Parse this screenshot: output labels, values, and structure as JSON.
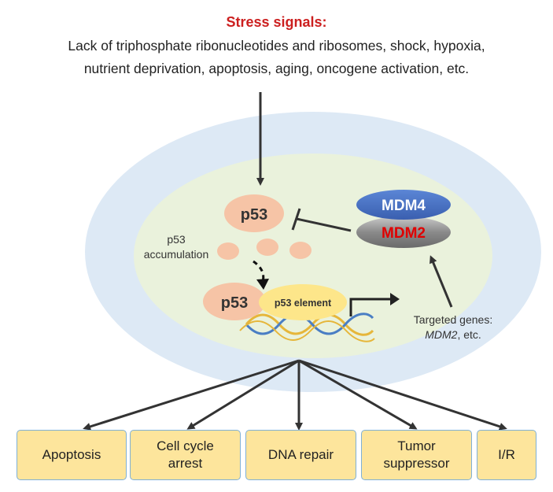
{
  "header": {
    "title": "Stress signals:",
    "line1": "Lack of triphosphate ribonucleotides and ribosomes, shock, hypoxia,",
    "line2": "nutrient deprivation, apoptosis, aging, oncogene activation, etc."
  },
  "cell": {
    "p53_top": "p53",
    "accumulation_line1": "p53",
    "accumulation_line2": "accumulation",
    "p53_bound": "p53",
    "p53_element": "p53 element",
    "mdm4": "MDM4",
    "mdm2": "MDM2",
    "targeted_line1": "Targeted genes:",
    "targeted_gene": "MDM2",
    "targeted_suffix": ", etc."
  },
  "outcomes": [
    {
      "label": "Apoptosis"
    },
    {
      "label": "Cell cycle\narrest"
    },
    {
      "label": "DNA repair"
    },
    {
      "label": "Tumor\nsuppressor"
    },
    {
      "label": "I/R"
    }
  ],
  "colors": {
    "title_red": "#cc1f1f",
    "outer_ellipse": "#dde9f5",
    "inner_ellipse": "#eaf2dc",
    "p53_blob": "#f6c4a6",
    "p53_element": "#fde68a",
    "mdm4_blue": "#4a72c4",
    "mdm2_gray": "#8a8a8a",
    "mdm2_red": "#e00000",
    "outcome_fill": "#fde59c",
    "outcome_border": "#7fb0d6",
    "dna_blue": "#4a7ec4",
    "dna_yellow": "#e6b63a"
  }
}
